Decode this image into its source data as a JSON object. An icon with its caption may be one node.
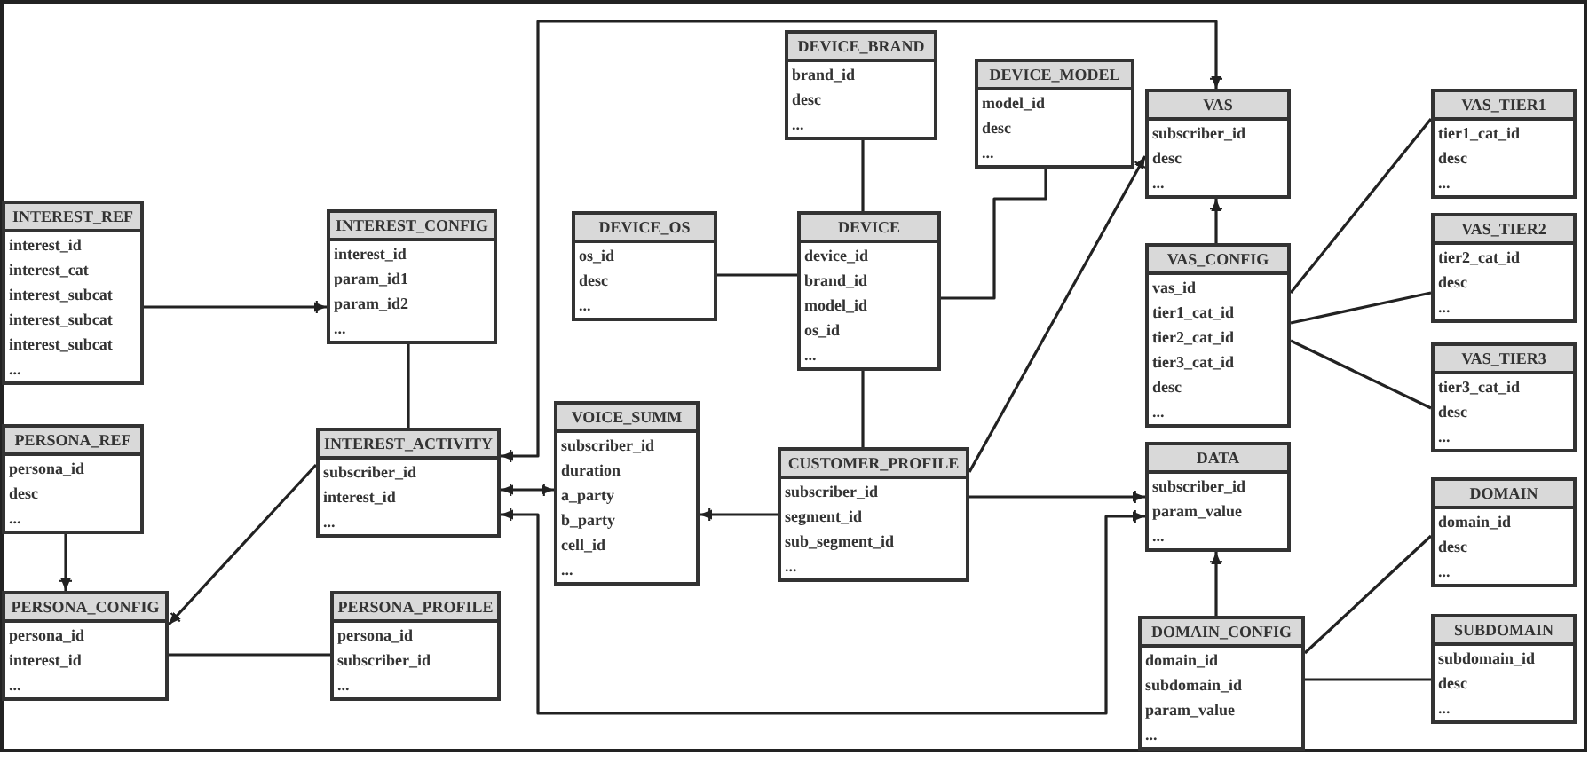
{
  "diagram": {
    "nodes": [
      {
        "text": [
          "INTEREST_REF",
          "interest_id",
          "interest_cat",
          "interest_subcat",
          "interest_subcat",
          "interest_subcat",
          "..."
        ]
      },
      {
        "text": [
          "INTEREST_CONFIG",
          "interest_id",
          "param_id1",
          "param_id2",
          "..."
        ]
      },
      {
        "text": [
          "PERSONA_REF",
          "persona_id",
          "desc",
          "..."
        ]
      },
      {
        "text": [
          "INTEREST_ACTIVITY",
          "subscriber_id",
          "interest_id",
          "..."
        ]
      },
      {
        "text": [
          "PERSONA_CONFIG",
          "persona_id",
          "interest_id",
          "..."
        ]
      },
      {
        "text": [
          "PERSONA_PROFILE",
          "persona_id",
          "subscriber_id",
          "..."
        ]
      },
      {
        "text": [
          "DEVICE_BRAND",
          "brand_id",
          "desc",
          "..."
        ]
      },
      {
        "text": [
          "DEVICE_MODEL",
          "model_id",
          "desc",
          "..."
        ]
      },
      {
        "text": [
          "DEVICE_OS",
          "os_id",
          "desc",
          "..."
        ]
      },
      {
        "text": [
          "DEVICE",
          "device_id",
          "brand_id",
          "model_id",
          "os_id",
          "..."
        ]
      },
      {
        "text": [
          "VOICE_SUMM",
          "subscriber_id",
          "duration",
          "a_party",
          "b_party",
          "cell_id",
          "..."
        ]
      },
      {
        "text": [
          "CUSTOMER_PROFILE",
          "subscriber_id",
          "segment_id",
          "sub_segment_id",
          "..."
        ]
      },
      {
        "text": [
          "VAS",
          "subscriber_id",
          "desc",
          "..."
        ]
      },
      {
        "text": [
          "VAS_CONFIG",
          "vas_id",
          "tier1_cat_id",
          "tier2_cat_id",
          "tier3_cat_id",
          "desc",
          "..."
        ]
      },
      {
        "text": [
          "VAS_TIER1",
          "tier1_cat_id",
          "desc",
          "..."
        ]
      },
      {
        "text": [
          "VAS_TIER2",
          "tier2_cat_id",
          "desc",
          "..."
        ]
      },
      {
        "text": [
          "VAS_TIER3",
          "tier3_cat_id",
          "desc",
          "..."
        ]
      },
      {
        "text": [
          "DATA",
          "subscriber_id",
          "param_value",
          "..."
        ]
      },
      {
        "text": [
          "DOMAIN_CONFIG",
          "domain_id",
          "subdomain_id",
          "param_value",
          "..."
        ]
      },
      {
        "text": [
          "DOMAIN",
          "domain_id",
          "desc",
          "..."
        ]
      },
      {
        "text": [
          "SUBDOMAIN",
          "subdomain_id",
          "desc",
          "..."
        ]
      }
    ],
    "edges": [
      {
        "from": 0,
        "to": 1,
        "arrow": "to"
      },
      {
        "from": 1,
        "to": 3,
        "arrow": "none"
      },
      {
        "from": 2,
        "to": 4,
        "arrow": "to"
      },
      {
        "from": 3,
        "to": 4,
        "arrow": "to"
      },
      {
        "from": 4,
        "to": 5,
        "arrow": "none"
      },
      {
        "from": 3,
        "to": 12,
        "arrow": "both"
      },
      {
        "from": 3,
        "to": 10,
        "arrow": "both"
      },
      {
        "from": 3,
        "to": 17,
        "arrow": "both"
      },
      {
        "from": 6,
        "to": 9,
        "arrow": "none"
      },
      {
        "from": 8,
        "to": 9,
        "arrow": "none"
      },
      {
        "from": 9,
        "to": 7,
        "arrow": "none"
      },
      {
        "from": 9,
        "to": 11,
        "arrow": "none"
      },
      {
        "from": 11,
        "to": 10,
        "arrow": "to"
      },
      {
        "from": 11,
        "to": 12,
        "arrow": "to"
      },
      {
        "from": 11,
        "to": 17,
        "arrow": "to"
      },
      {
        "from": 13,
        "to": 12,
        "arrow": "to"
      },
      {
        "from": 13,
        "to": 14,
        "arrow": "none"
      },
      {
        "from": 13,
        "to": 15,
        "arrow": "none"
      },
      {
        "from": 13,
        "to": 16,
        "arrow": "none"
      },
      {
        "from": 18,
        "to": 17,
        "arrow": "to"
      },
      {
        "from": 18,
        "to": 19,
        "arrow": "none"
      },
      {
        "from": 18,
        "to": 20,
        "arrow": "none"
      }
    ]
  }
}
